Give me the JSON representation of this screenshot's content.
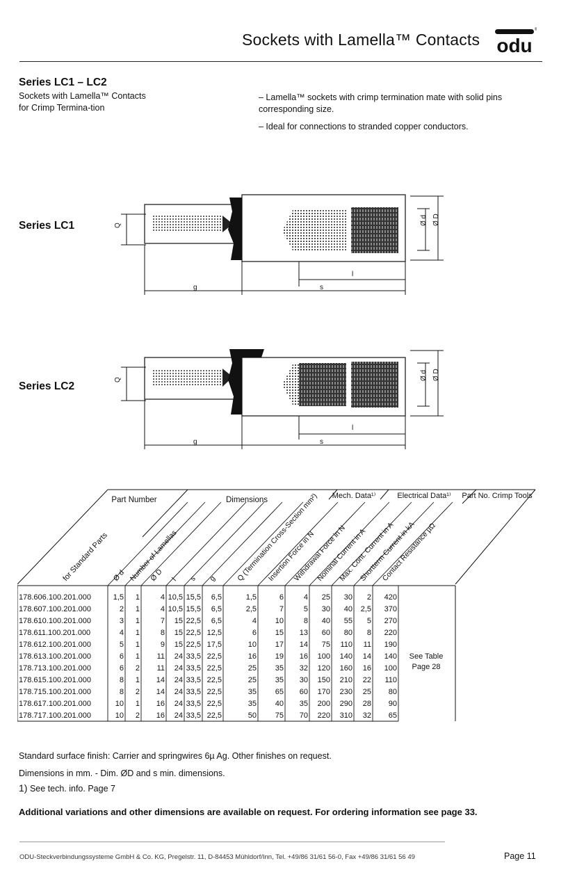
{
  "header": {
    "title": "Sockets with Lamella™ Contacts",
    "brand": "odu",
    "brand_mark": "®"
  },
  "series": {
    "title": "Series LC1 – LC2",
    "description": "Sockets with Lamella™ Contacts for Crimp Termina-tion",
    "bullets": [
      "– Lamella™ sockets with crimp termination mate with solid pins corresponding size.",
      "– Ideal for connections to stranded copper conductors."
    ]
  },
  "diagrams": [
    {
      "label": "Series LC1",
      "dim_labels": {
        "Q": "Q",
        "d": "Ø d",
        "D": "Ø D",
        "g": "g",
        "s": "s",
        "l": "l"
      }
    },
    {
      "label": "Series LC2",
      "dim_labels": {
        "Q": "Q",
        "d": "Ø d",
        "D": "Ø D",
        "g": "g",
        "s": "s",
        "l": "l"
      }
    }
  ],
  "table": {
    "group_headers": {
      "part_number": "Part Number",
      "dimensions": "Dimensions",
      "mech": "Mech. Data¹⁾",
      "electrical": "Electrical Data¹⁾",
      "crimp_tools": "Part No. Crimp Tools"
    },
    "column_headers": [
      "for Standard Parts",
      "Ø d",
      "Number of Lamellas",
      "Ø D",
      "l",
      "s",
      "g",
      "Q (Termination Cross-Section mm²)",
      "Insertion Force in N",
      "Withdrawal Force in N",
      "Nominal Current in A",
      "Max. Cont. Current in A",
      "Shortterm Current in kA",
      "Contact Resistance µΩ"
    ],
    "rows": [
      [
        "178.606.100.201.000",
        "1,5",
        "1",
        "4",
        "10,5",
        "15,5",
        "6,5",
        "1,5",
        "6",
        "4",
        "25",
        "30",
        "2",
        "420"
      ],
      [
        "178.607.100.201.000",
        "2",
        "1",
        "4",
        "10,5",
        "15,5",
        "6,5",
        "2,5",
        "7",
        "5",
        "30",
        "40",
        "2,5",
        "370"
      ],
      [
        "178.610.100.201.000",
        "3",
        "1",
        "7",
        "15",
        "22,5",
        "6,5",
        "4",
        "10",
        "8",
        "40",
        "55",
        "5",
        "270"
      ],
      [
        "178.611.100.201.000",
        "4",
        "1",
        "8",
        "15",
        "22,5",
        "12,5",
        "6",
        "15",
        "13",
        "60",
        "80",
        "8",
        "220"
      ],
      [
        "178.612.100.201.000",
        "5",
        "1",
        "9",
        "15",
        "22,5",
        "17,5",
        "10",
        "17",
        "14",
        "75",
        "110",
        "11",
        "190"
      ],
      [
        "178.613.100.201.000",
        "6",
        "1",
        "11",
        "24",
        "33,5",
        "22,5",
        "16",
        "19",
        "16",
        "100",
        "140",
        "14",
        "140"
      ],
      [
        "178.713.100.201.000",
        "6",
        "2",
        "11",
        "24",
        "33,5",
        "22,5",
        "25",
        "35",
        "32",
        "120",
        "160",
        "16",
        "100"
      ],
      [
        "178.615.100.201.000",
        "8",
        "1",
        "14",
        "24",
        "33,5",
        "22,5",
        "25",
        "35",
        "30",
        "150",
        "210",
        "22",
        "110"
      ],
      [
        "178.715.100.201.000",
        "8",
        "2",
        "14",
        "24",
        "33,5",
        "22,5",
        "35",
        "65",
        "60",
        "170",
        "230",
        "25",
        "80"
      ],
      [
        "178.617.100.201.000",
        "10",
        "1",
        "16",
        "24",
        "33,5",
        "22,5",
        "35",
        "40",
        "35",
        "200",
        "290",
        "28",
        "90"
      ],
      [
        "178.717.100.201.000",
        "10",
        "2",
        "16",
        "24",
        "33,5",
        "22,5",
        "50",
        "75",
        "70",
        "220",
        "310",
        "32",
        "65"
      ]
    ],
    "crimp_note": [
      "See Table",
      "Page 28"
    ]
  },
  "notes": {
    "finish": "Standard surface finish: Carrier and springwires 6µ Ag. Other finishes on request.",
    "dimensions": "Dimensions in mm. - Dim. ØD and s min. dimensions.",
    "footnote_mark": "1)",
    "footnote": "See tech. info. Page 7",
    "bold": "Additional variations and other dimensions are available on request. For ordering information see page 33."
  },
  "footer": {
    "company": "ODU-Steckverbindungssysteme GmbH & Co. KG, Pregelstr. 11, D-84453 Mühldorf/Inn, Tel. +49/86 31/61 56-0, Fax +49/86 31/61 56 49",
    "page": "Page 11"
  }
}
